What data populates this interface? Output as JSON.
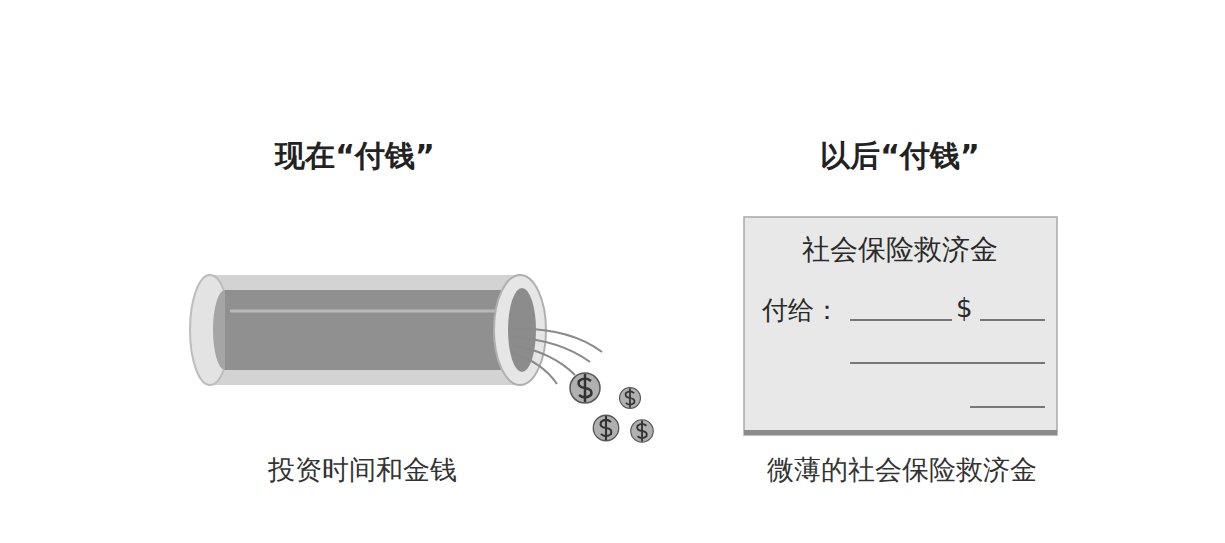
{
  "diagram": {
    "nodes": [
      {
        "text": [
          "社会保险救济金",
          "付给：",
          "$"
        ]
      }
    ],
    "labels": [
      "现在“付钱”",
      "投资时间和金钱",
      "以后“付钱”",
      "微薄的社会保险救济金"
    ]
  }
}
